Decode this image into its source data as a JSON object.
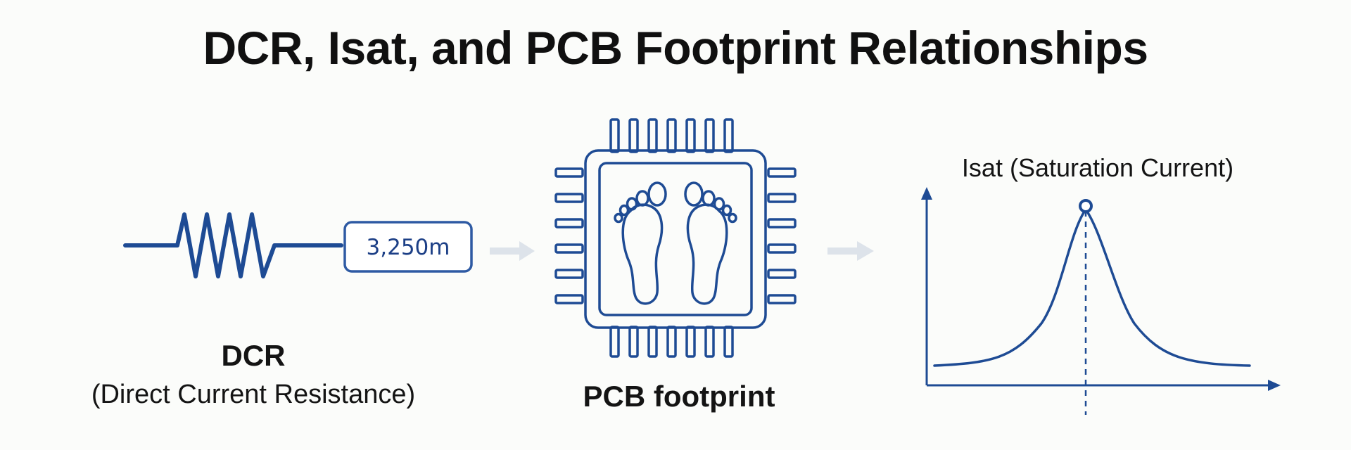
{
  "title": "DCR, Isat, and PCB Footprint Relationships",
  "dcr": {
    "value": "3,250m",
    "label": "DCR",
    "sublabel": "(Direct Current Resistance)"
  },
  "pcb": {
    "label": "PCB footprint",
    "icon": "footprints-icon"
  },
  "isat": {
    "label": "Isat (Saturation Current)"
  },
  "colors": {
    "primary_blue": "#1e4b94",
    "arrow_gray": "#dde3ea",
    "text": "#111111"
  }
}
